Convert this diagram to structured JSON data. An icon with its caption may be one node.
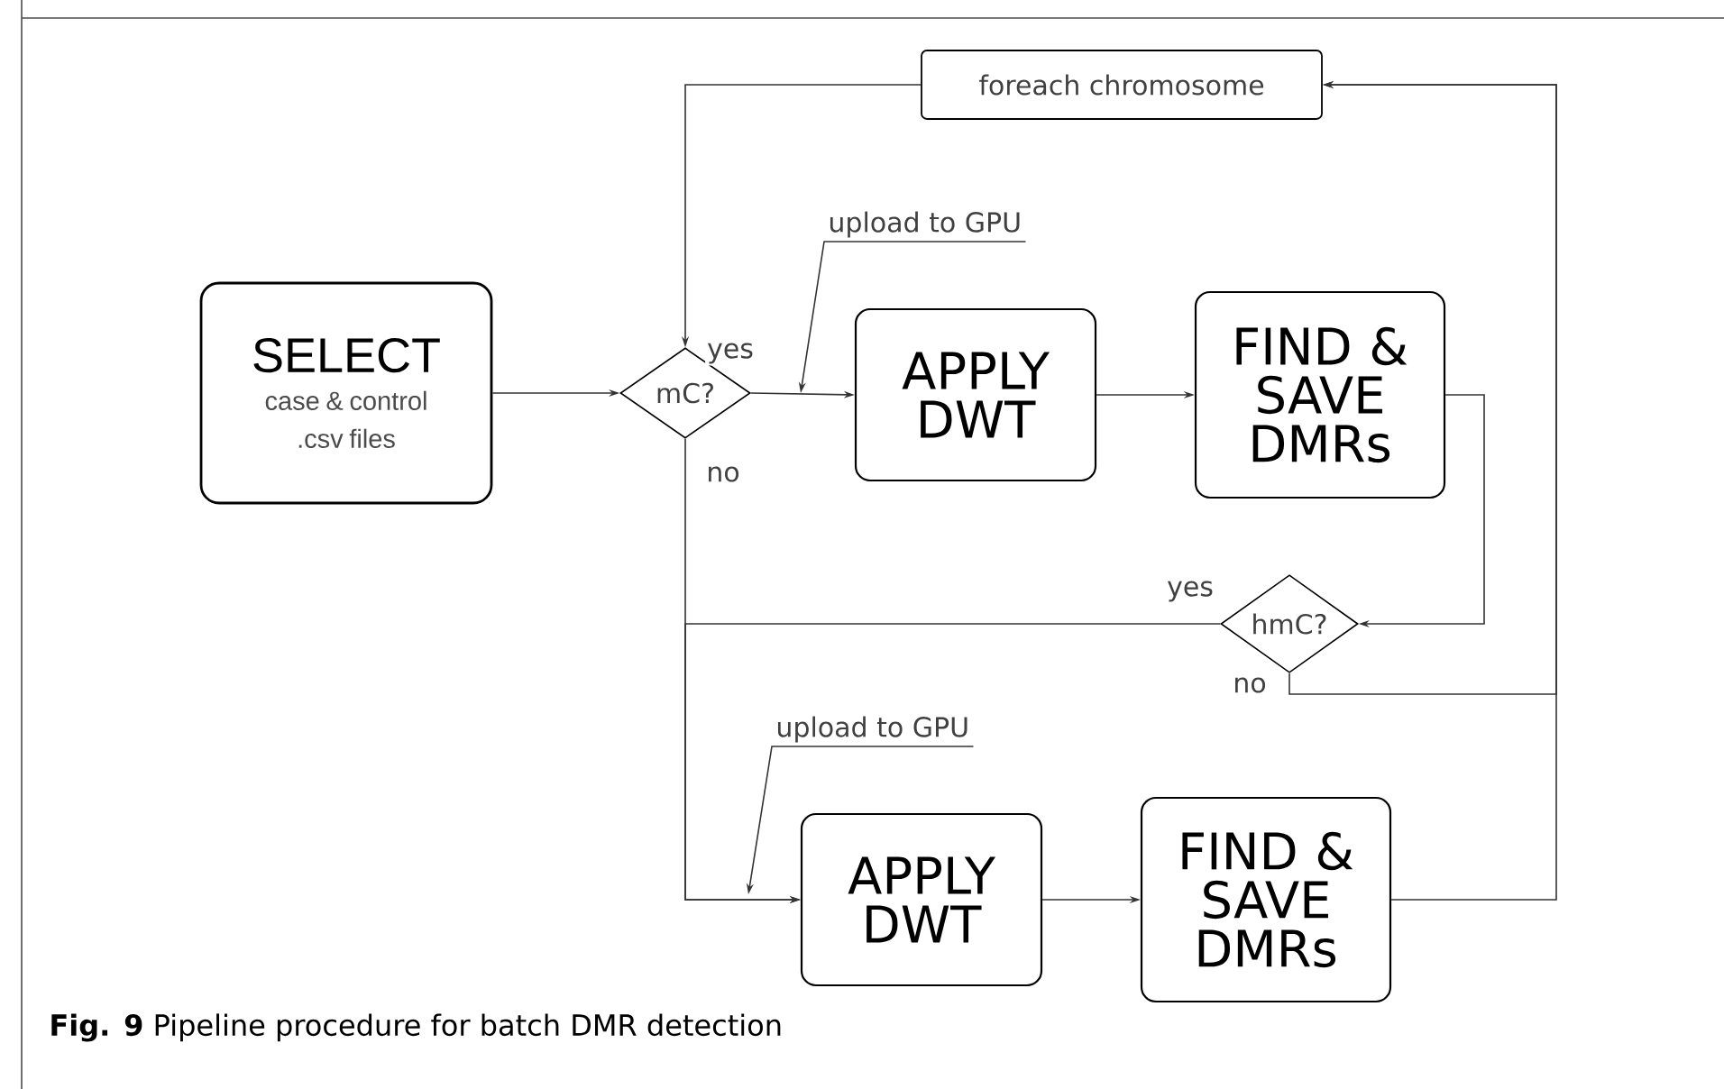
{
  "diagram": {
    "caption": "**Fig. 9** Pipeline procedure for batch DMR detection",
    "nodes": [
      {
        "text": [
          "SELECT",
          "case & control .csv files"
        ]
      },
      {
        "text": [
          "mC?"
        ]
      },
      {
        "text": [
          "APPLY DWT"
        ]
      },
      {
        "text": [
          "FIND & SAVE DMRs"
        ]
      },
      {
        "text": [
          "foreach chromosome"
        ]
      },
      {
        "text": [
          "hmC?"
        ]
      },
      {
        "text": [
          "APPLY DWT"
        ]
      },
      {
        "text": [
          "FIND & SAVE DMRs"
        ]
      },
      {
        "text": [
          "upload to GPU"
        ]
      },
      {
        "text": [
          "upload to GPU"
        ]
      }
    ],
    "edges": [
      {
        "from": 0,
        "to": 1,
        "arrow": "to"
      },
      {
        "from": 1,
        "to": 2,
        "arrow": "to",
        "label": "yes"
      },
      {
        "from": 2,
        "to": 3,
        "arrow": "to"
      },
      {
        "from": 3,
        "to": 5,
        "arrow": "to"
      },
      {
        "from": 5,
        "to": 6,
        "arrow": "to",
        "label": "yes"
      },
      {
        "from": 1,
        "to": 6,
        "arrow": "to",
        "label": "no"
      },
      {
        "from": 6,
        "to": 7,
        "arrow": "to"
      },
      {
        "from": 5,
        "to": 4,
        "arrow": "to",
        "label": "no"
      },
      {
        "from": 7,
        "to": 4,
        "arrow": "to"
      },
      {
        "from": 4,
        "to": 1,
        "arrow": "to"
      },
      {
        "from": 8,
        "to": null,
        "arrow": "to"
      },
      {
        "from": 9,
        "to": null,
        "arrow": "to"
      }
    ]
  }
}
